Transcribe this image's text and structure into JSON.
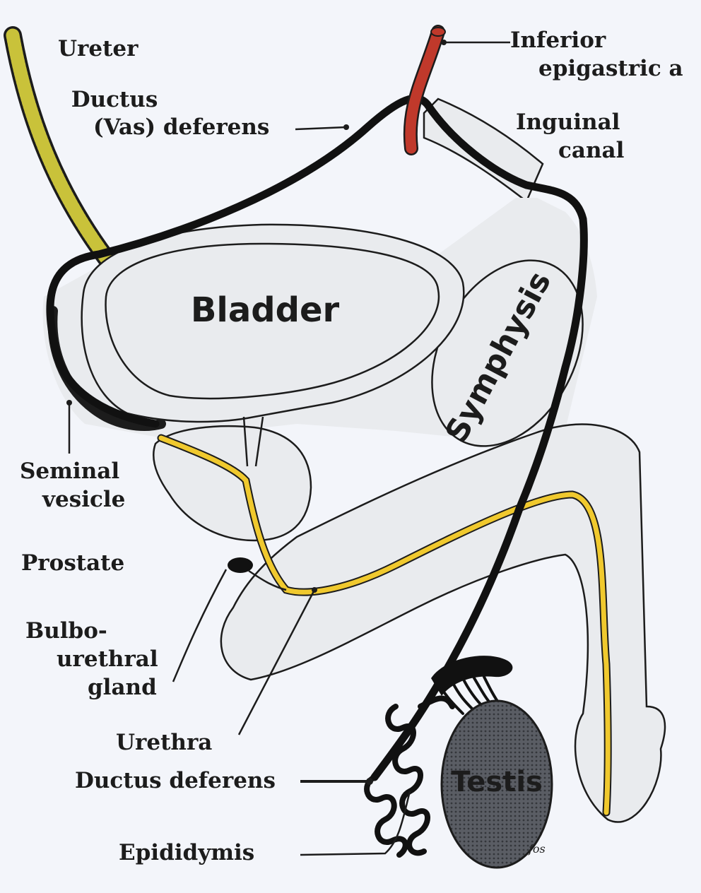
{
  "figure": {
    "colors": {
      "background": "#f3f5fa",
      "outline": "#1c1c1c",
      "organ_fill": "#e9ebee",
      "ureter": "#c9c23a",
      "urethra": "#f0c92e",
      "artery": "#c0392b",
      "testis": "#54575e",
      "ductus_deferens": "#111111"
    },
    "organ_labels": {
      "bladder": "Bladder",
      "symphysis": "Symphysis",
      "testis": "Testis"
    },
    "labels": {
      "ureter": "Ureter",
      "ductus_vas_line1": "Ductus",
      "ductus_vas_line2": "(Vas) deferens",
      "inferior_epigastric_line1": "Inferior",
      "inferior_epigastric_line2": "epigastric a",
      "inguinal_line1": "Inguinal",
      "inguinal_line2": "canal",
      "seminal_line1": "Seminal",
      "seminal_line2": "vesicle",
      "prostate": "Prostate",
      "bulbo_line1": "Bulbo-",
      "bulbo_line2": "urethral",
      "bulbo_line3": "gland",
      "urethra": "Urethra",
      "ductus_deferens": "Ductus deferens",
      "epididymis": "Epididymis"
    },
    "signature": "fos"
  }
}
